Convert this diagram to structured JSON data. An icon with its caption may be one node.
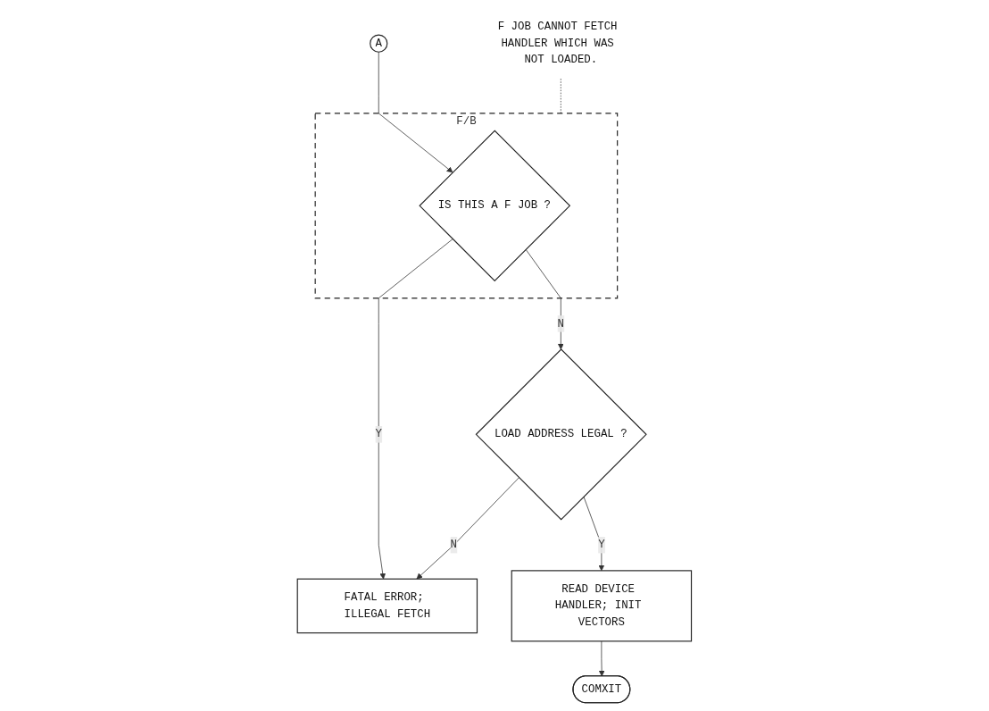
{
  "diagram": {
    "nodes": [
      {
        "text": [
          "A"
        ]
      },
      {
        "text": [
          "F/B"
        ]
      },
      {
        "text": [
          "IS THIS A F JOB ?"
        ],
        "in": 1
      },
      {
        "text": [
          "LOAD ADDRESS LEGAL ?"
        ]
      },
      {
        "text": [
          "FATAL ERROR; ILLEGAL FETCH"
        ]
      },
      {
        "text": [
          "READ DEVICE HANDLER; INIT VECTORS"
        ]
      },
      {
        "text": [
          "COMXIT"
        ]
      },
      {
        "text": [
          "F JOB CANNOT FETCH HANDLER WHICH WAS NOT LOADED."
        ]
      }
    ],
    "edges": [
      {
        "from": 0,
        "to": 2,
        "arrow": "to"
      },
      {
        "from": 2,
        "to": 3,
        "label": "N",
        "arrow": "to"
      },
      {
        "from": 2,
        "to": 4,
        "label": "Y",
        "arrow": "to"
      },
      {
        "from": 3,
        "to": 4,
        "label": "N",
        "arrow": "to"
      },
      {
        "from": 3,
        "to": 5,
        "label": "Y",
        "arrow": "to"
      },
      {
        "from": 5,
        "to": 6,
        "arrow": "to"
      },
      {
        "from": 7,
        "to": 1,
        "arrow": "none",
        "style": "dashed"
      }
    ]
  }
}
